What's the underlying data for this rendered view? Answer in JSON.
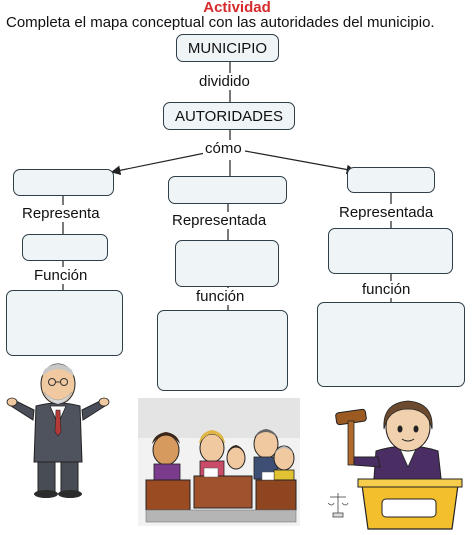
{
  "header": {
    "title": "Actividad",
    "instruction": "Completa el mapa conceptual  con las autoridades del municipio."
  },
  "concept_map": {
    "top_node": "MUNICIPIO",
    "connector_1": "dividido",
    "second_node": "AUTORIDADES",
    "connector_2": "cómo",
    "branches": [
      {
        "top_box": "",
        "connector": "Representa",
        "middle_box": "",
        "function_label": "Función",
        "function_box": ""
      },
      {
        "top_box": "",
        "connector": "Representada",
        "middle_box": "",
        "function_label": "función",
        "function_box": ""
      },
      {
        "top_box": "",
        "connector": "Representada",
        "middle_box": "",
        "function_label": "función",
        "function_box": ""
      }
    ]
  },
  "illustrations": [
    {
      "icon": "mayor-figure-icon"
    },
    {
      "icon": "council-meeting-icon"
    },
    {
      "icon": "judge-with-gavel-icon"
    }
  ],
  "colors": {
    "title": "#d72b2b",
    "box_border": "#2f3e48",
    "box_fill": "#eff4f7"
  }
}
